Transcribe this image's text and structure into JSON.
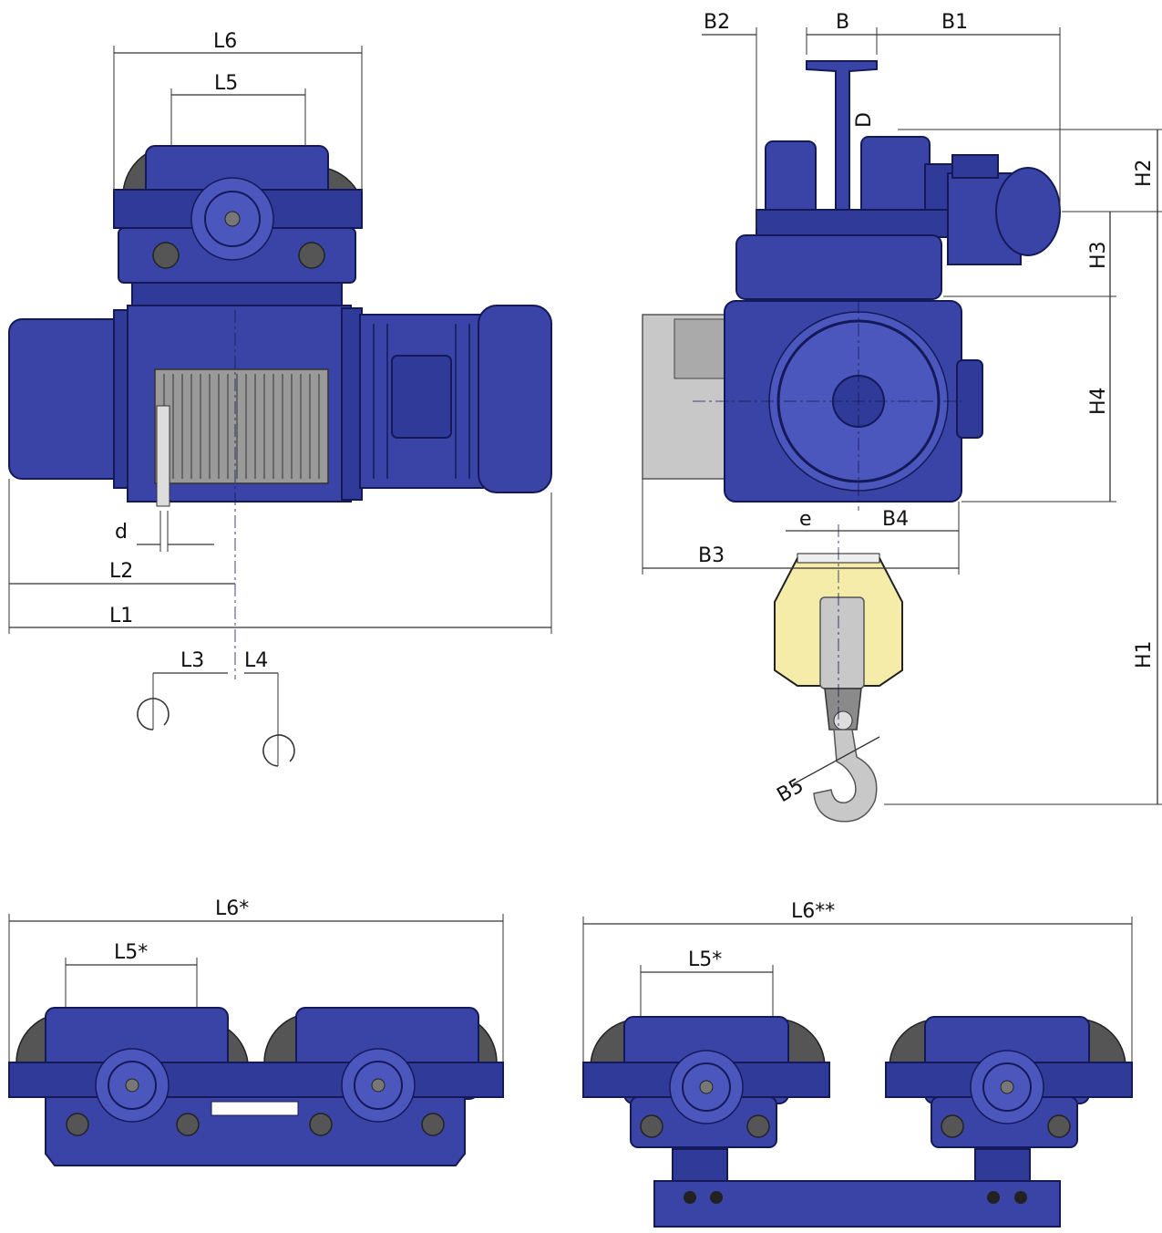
{
  "labels": {
    "L6": "L6",
    "L5": "L5",
    "d": "d",
    "L2": "L2",
    "L1": "L1",
    "L3": "L3",
    "L4": "L4",
    "B2": "B2",
    "B": "B",
    "B1": "B1",
    "D": "D",
    "H2": "H2",
    "H3": "H3",
    "H4": "H4",
    "e": "e",
    "B4": "B4",
    "B3": "B3",
    "H1": "H1",
    "B5": "B5",
    "L6star": "L6*",
    "L5star_a": "L5*",
    "L6starstar": "L6**",
    "L5star_b": "L5*"
  },
  "colors": {
    "machine_blue": "#3a44a6",
    "hook_block_yellow": "#f5ecaa",
    "housing_gray": "#c8c8c8"
  }
}
